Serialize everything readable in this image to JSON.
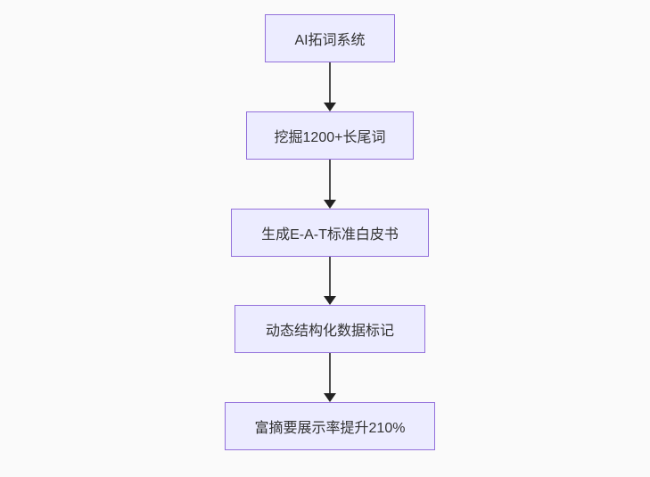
{
  "flowchart": {
    "type": "flowchart",
    "direction": "top-down",
    "nodes": [
      {
        "id": "A",
        "label": "AI拓词系统"
      },
      {
        "id": "B",
        "label": "挖掘1200+长尾词"
      },
      {
        "id": "C",
        "label": "生成E-A-T标准白皮书"
      },
      {
        "id": "D",
        "label": "动态结构化数据标记"
      },
      {
        "id": "E",
        "label": "富摘要展示率提升210%"
      }
    ],
    "edges": [
      {
        "from": "A",
        "to": "B"
      },
      {
        "from": "B",
        "to": "C"
      },
      {
        "from": "C",
        "to": "D"
      },
      {
        "from": "D",
        "to": "E"
      }
    ],
    "colors": {
      "background": "#fafafa",
      "node_fill": "#ececff",
      "node_border": "#9370db",
      "edge_line": "#4d4d4d",
      "arrowhead": "#222222",
      "text": "#333333"
    }
  }
}
